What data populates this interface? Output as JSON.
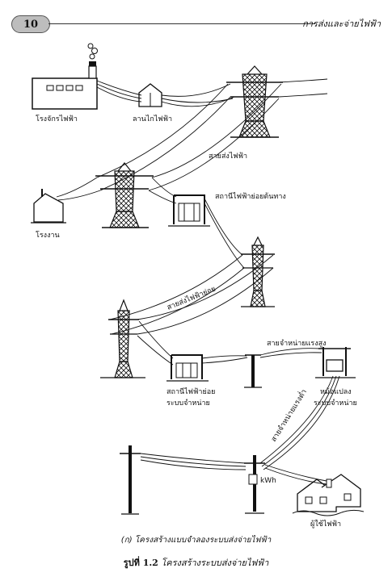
{
  "header": {
    "page_number": "10",
    "title": "การส่งและจ่ายไฟฟ้า"
  },
  "diagram": {
    "labels": {
      "power_plant": "โรงจักรไฟฟ้า",
      "switchyard": "ลานไกไฟฟ้า",
      "transmission_line": "สายส่งไฟฟ้า",
      "factory": "โรงงาน",
      "source_substation": "สถานีไฟฟ้าย่อยต้นทาง",
      "sub_transmission_line": "สายส่งไฟฟ้าย่อย",
      "high_voltage_distribution": "สายจำหน่ายแรงสูง",
      "distribution_substation_line1": "สถานีไฟฟ้าย่อย",
      "distribution_substation_line2": "ระบบจำหน่าย",
      "transformer_line1": "หม้อแปลง",
      "transformer_line2": "ระบบจำหน่าย",
      "low_voltage_distribution": "สายจำหน่ายแรงต่ำ",
      "kwh_meter": "kWh",
      "consumer": "ผู้ใช้ไฟฟ้า"
    }
  },
  "caption": {
    "sub": "(ก) โครงสร้างแบบจำลองระบบส่งจ่ายไฟฟ้า",
    "figure_number": "รูปที่ 1.2",
    "figure_title": "โครงสร้างระบบส่งจ่ายไฟฟ้า"
  }
}
